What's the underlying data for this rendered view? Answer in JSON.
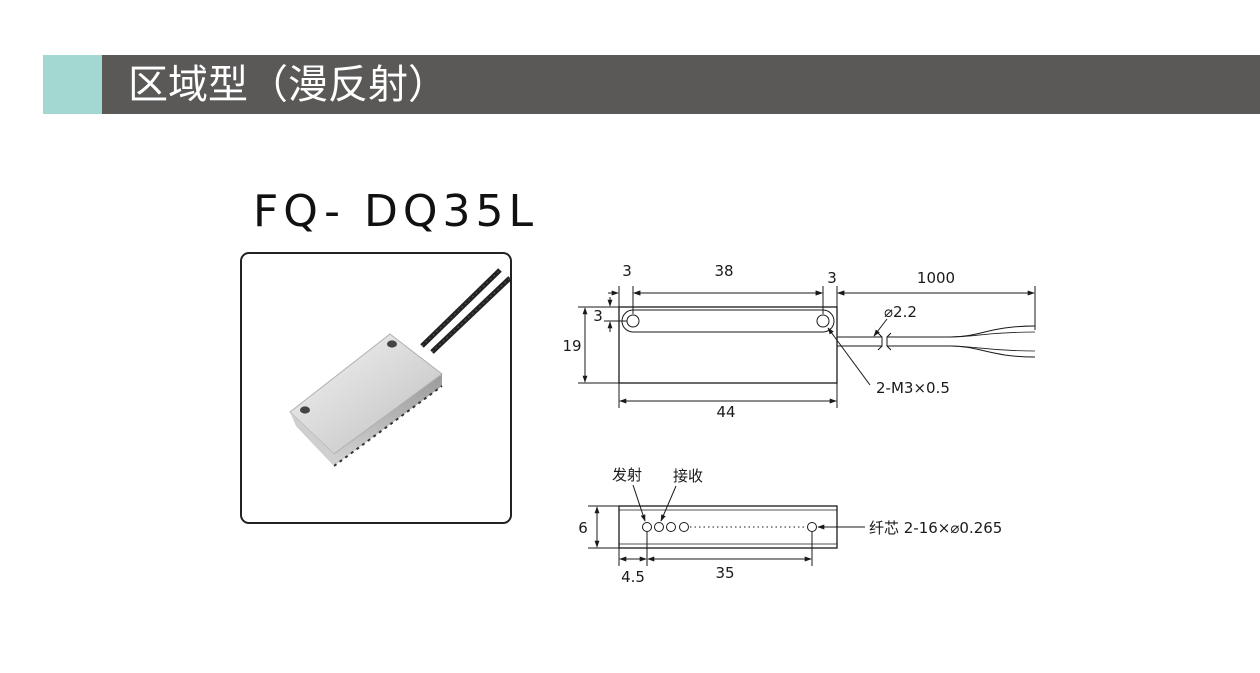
{
  "header": {
    "title": "区域型（漫反射）",
    "accent_color": "#a3d8d2",
    "bar_color": "#5a5958"
  },
  "product": {
    "model": "FQ- DQ35L"
  },
  "top_view": {
    "dim_left_margin": "3",
    "dim_hole_pitch": "38",
    "dim_right_margin": "3",
    "dim_cable_length": "1000",
    "dim_hole_offset": "3",
    "dim_height": "19",
    "dim_width": "44",
    "cable_diameter": "⌀2.2",
    "mount_holes": "2-M3×0.5"
  },
  "front_view": {
    "emit_label": "发射",
    "receive_label": "接收",
    "dim_thickness": "6",
    "dim_first_offset": "4.5",
    "dim_span": "35",
    "fiber_core": "纤芯 2-16×⌀0.265"
  }
}
